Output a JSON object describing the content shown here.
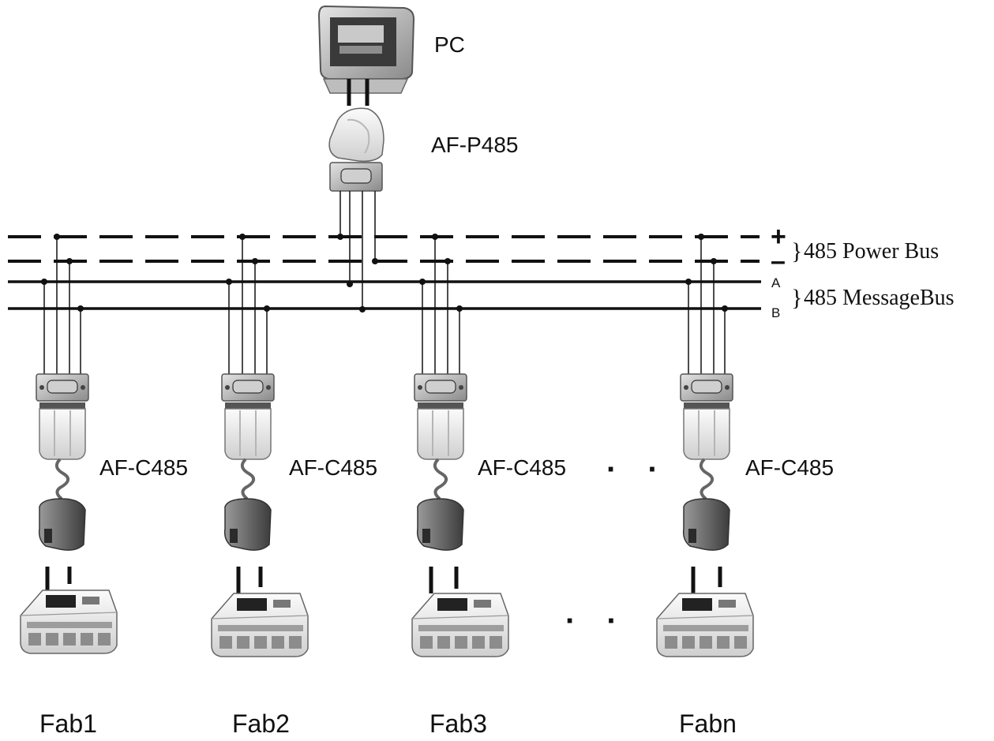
{
  "pc": {
    "label": "PC"
  },
  "adapter_main": {
    "label": "AF-P485"
  },
  "buses": {
    "power_plus_label": "+",
    "power_minus_label": "–",
    "power_brace": "}",
    "power_label": "485 Power Bus",
    "msg_a_label": "A",
    "msg_b_label": "B",
    "msg_brace": "}",
    "msg_label": "485 MessageBus"
  },
  "nodes": [
    {
      "adapter": "AF-C485",
      "fab": "Fab1"
    },
    {
      "adapter": "AF-C485",
      "fab": "Fab2"
    },
    {
      "adapter": "AF-C485",
      "fab": "Fab3"
    },
    {
      "adapter": "AF-C485",
      "fab": "Fabn"
    }
  ],
  "ellipsis": "· ·"
}
